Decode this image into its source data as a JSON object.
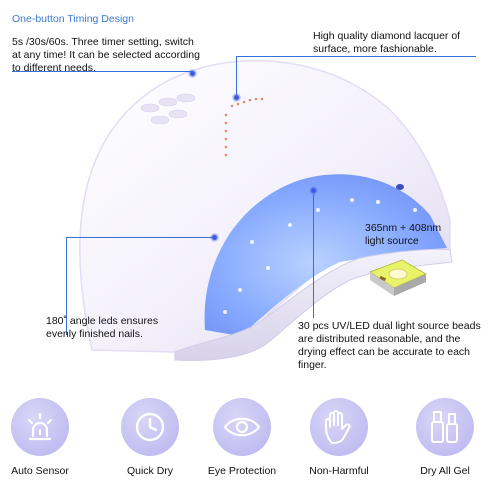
{
  "callouts": {
    "timing_title": "One-button Timing Design",
    "timing_text": [
      "5s /30s/60s. Three timer setting, switch",
      "at any time! It can be selected according",
      "to different needs."
    ],
    "lacquer_text": [
      "High quality diamond lacquer of",
      "surface,  more fashionable."
    ],
    "wavelength_text": [
      "365nm + 408nm",
      "light source"
    ],
    "angle_text": [
      "180˚ angle leds ensures",
      "evenly finished nails."
    ],
    "beads_text": [
      "30 pcs UV/LED dual light source beads",
      "are distributed reasonable, and the",
      "drying effect can be accurate to each",
      "finger."
    ]
  },
  "features": [
    {
      "label": "Auto Sensor",
      "icon": "sensor-icon"
    },
    {
      "label": "Quick Dry",
      "icon": "clock-icon"
    },
    {
      "label": "Eye Protection",
      "icon": "eye-icon"
    },
    {
      "label": "Non-Harmful",
      "icon": "hand-icon"
    },
    {
      "label": "Dry All Gel",
      "icon": "bottle-icon"
    }
  ],
  "colors": {
    "accent_blue": "#3a7bd5",
    "icon_circle": "#c4bff2",
    "uv_glow": "#8fb3ff"
  }
}
